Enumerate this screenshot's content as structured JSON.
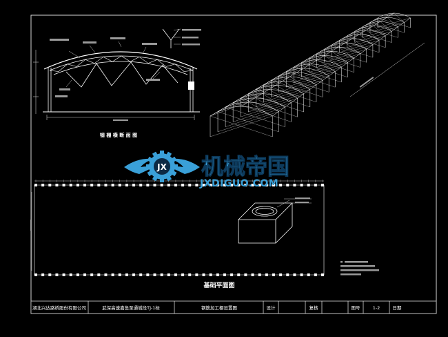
{
  "colors": {
    "background": "#000000",
    "border": "#d8d8d8",
    "line": "#ffffff",
    "dim": "#c8c8c8",
    "logo_primary": "#3aa0d8",
    "logo_secondary": "#1f5f92"
  },
  "drawing": {
    "arch_section_title": "钢 棚 横 断 面 图",
    "foundation_plan_title": "基础平面图"
  },
  "watermark": {
    "name_cn": "机械帝国",
    "domain": "JXDIGUO.COM",
    "emblem_letters": "JX"
  },
  "title_block": {
    "company": "湖北兴达路桥股份有限公司",
    "project": "武深高速嘉鱼至通城段TJ-1标",
    "drawing_name": "钢筋加工棚设置图",
    "design_label": "设计",
    "review_label": "复核",
    "figure_no_label": "图号",
    "figure_no": "1-2",
    "date_label": "日期"
  },
  "icons": {
    "emblem": "gear-wings-icon"
  }
}
